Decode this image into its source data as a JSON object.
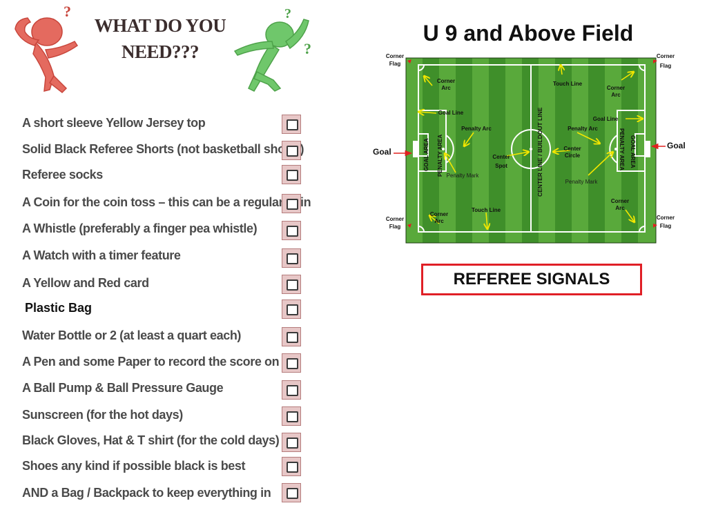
{
  "header": {
    "title_line1": "WHAT DO YOU",
    "title_line2": "NEED???"
  },
  "checklist": {
    "items": [
      "A short sleeve Yellow Jersey top",
      "Solid Black Referee Shorts (not basketball shorts)",
      "Referee socks",
      "A Coin for the coin toss – this can be a regular coin",
      "A Whistle (preferably a finger pea whistle)",
      "A Watch with a timer feature",
      "A Yellow and Red card",
      "Plastic Bag",
      "Water Bottle or 2 (at least a quart each)",
      "A Pen and some Paper to record the score on",
      "A Ball Pump & Ball Pressure Gauge",
      "Sunscreen (for the hot days)",
      "Black Gloves, Hat & T shirt (for the cold days)",
      "Shoes any kind if possible black is best",
      "AND a Bag / Backpack to keep everything in"
    ]
  },
  "field": {
    "title": "U 9 and Above Field",
    "labels": {
      "corner_flag_word1": "Corner",
      "corner_flag_word2": "Flag",
      "corner_arc_word1": "Corner",
      "corner_arc_word2": "Arc",
      "touch_line": "Touch Line",
      "goal_line": "Goal Line",
      "penalty_arc": "Penalty Arc",
      "goal_area": "GOAL AREA",
      "penalty_area": "PENALTY AREA",
      "center_line": "CENTER LINE / BUILDOUT LINE",
      "center_word": "Center",
      "spot_word": "Spot",
      "circle_word": "Circle",
      "penalty_mark": "Penalty Mark",
      "goal": "Goal"
    },
    "colors": {
      "grass_dark": "#3f8f2a",
      "grass_light": "#59a93b",
      "arrow": "#f2e600",
      "flag": "#e0201f"
    }
  },
  "signals": {
    "label": "REFEREE SIGNALS"
  }
}
